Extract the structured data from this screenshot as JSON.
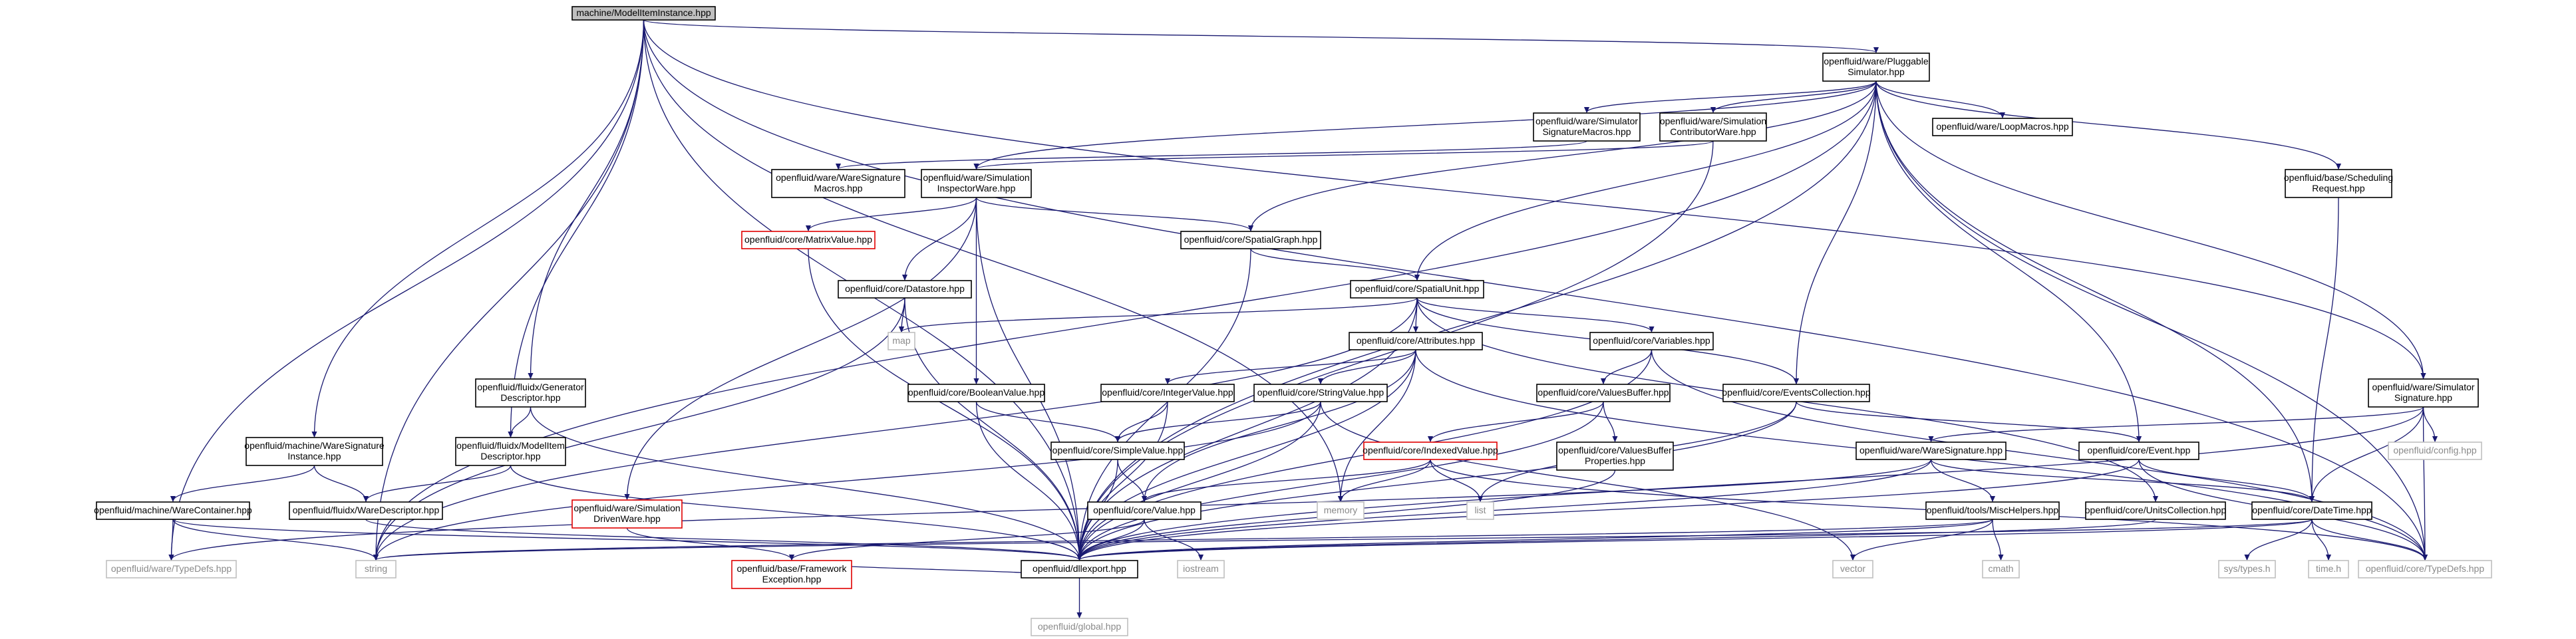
{
  "colors": {
    "edge": "#191970",
    "root_fill": "#bfbfbf",
    "broken_border": "#e00000",
    "external_border": "#bfbfbf",
    "external_text": "#8a8a8a",
    "normal_border": "#000000"
  },
  "nodes": [
    {
      "id": "root",
      "lines": [
        "machine/ModelItemInstance.hpp"
      ],
      "style": "root"
    },
    {
      "id": "pluggable",
      "lines": [
        "openfluid/ware/Pluggable",
        "Simulator.hpp"
      ],
      "style": "normal"
    },
    {
      "id": "simsigmacros",
      "lines": [
        "openfluid/ware/Simulator",
        "SignatureMacros.hpp"
      ],
      "style": "normal"
    },
    {
      "id": "contribware",
      "lines": [
        "openfluid/ware/Simulation",
        "ContributorWare.hpp"
      ],
      "style": "normal"
    },
    {
      "id": "loopmacros",
      "lines": [
        "openfluid/ware/LoopMacros.hpp"
      ],
      "style": "normal"
    },
    {
      "id": "wsigmacros",
      "lines": [
        "openfluid/ware/WareSignature",
        "Macros.hpp"
      ],
      "style": "normal"
    },
    {
      "id": "inspware",
      "lines": [
        "openfluid/ware/Simulation",
        "InspectorWare.hpp"
      ],
      "style": "normal"
    },
    {
      "id": "schedreq",
      "lines": [
        "openfluid/base/Scheduling",
        "Request.hpp"
      ],
      "style": "normal"
    },
    {
      "id": "matrixval",
      "lines": [
        "openfluid/core/MatrixValue.hpp"
      ],
      "style": "red"
    },
    {
      "id": "spatialgraph",
      "lines": [
        "openfluid/core/SpatialGraph.hpp"
      ],
      "style": "normal"
    },
    {
      "id": "datastore",
      "lines": [
        "openfluid/core/Datastore.hpp"
      ],
      "style": "normal"
    },
    {
      "id": "spatialunit",
      "lines": [
        "openfluid/core/SpatialUnit.hpp"
      ],
      "style": "normal"
    },
    {
      "id": "map",
      "lines": [
        "map"
      ],
      "style": "gray"
    },
    {
      "id": "attributes",
      "lines": [
        "openfluid/core/Attributes.hpp"
      ],
      "style": "normal"
    },
    {
      "id": "variables",
      "lines": [
        "openfluid/core/Variables.hpp"
      ],
      "style": "normal"
    },
    {
      "id": "simsig",
      "lines": [
        "openfluid/ware/Simulator",
        "Signature.hpp"
      ],
      "style": "normal"
    },
    {
      "id": "gendesc",
      "lines": [
        "openfluid/fluidx/Generator",
        "Descriptor.hpp"
      ],
      "style": "normal"
    },
    {
      "id": "boolval",
      "lines": [
        "openfluid/core/BooleanValue.hpp"
      ],
      "style": "normal"
    },
    {
      "id": "intval",
      "lines": [
        "openfluid/core/IntegerValue.hpp"
      ],
      "style": "normal"
    },
    {
      "id": "strval",
      "lines": [
        "openfluid/core/StringValue.hpp"
      ],
      "style": "normal"
    },
    {
      "id": "valbuf",
      "lines": [
        "openfluid/core/ValuesBuffer.hpp"
      ],
      "style": "normal"
    },
    {
      "id": "eventscoll",
      "lines": [
        "openfluid/core/EventsCollection.hpp"
      ],
      "style": "normal"
    },
    {
      "id": "config",
      "lines": [
        "openfluid/config.hpp"
      ],
      "style": "gray"
    },
    {
      "id": "wsiginst",
      "lines": [
        "openfluid/machine/WareSignature",
        "Instance.hpp"
      ],
      "style": "normal"
    },
    {
      "id": "modelitemdesc",
      "lines": [
        "openfluid/fluidx/ModelItem",
        "Descriptor.hpp"
      ],
      "style": "normal"
    },
    {
      "id": "simpleval",
      "lines": [
        "openfluid/core/SimpleValue.hpp"
      ],
      "style": "normal"
    },
    {
      "id": "indexedval",
      "lines": [
        "openfluid/core/IndexedValue.hpp"
      ],
      "style": "red"
    },
    {
      "id": "valbufprops",
      "lines": [
        "openfluid/core/ValuesBuffer",
        "Properties.hpp"
      ],
      "style": "normal"
    },
    {
      "id": "waresig",
      "lines": [
        "openfluid/ware/WareSignature.hpp"
      ],
      "style": "normal"
    },
    {
      "id": "event",
      "lines": [
        "openfluid/core/Event.hpp"
      ],
      "style": "normal"
    },
    {
      "id": "warecontainer",
      "lines": [
        "openfluid/machine/WareContainer.hpp"
      ],
      "style": "normal"
    },
    {
      "id": "waredesc",
      "lines": [
        "openfluid/fluidx/WareDescriptor.hpp"
      ],
      "style": "normal"
    },
    {
      "id": "simdrivenware",
      "lines": [
        "openfluid/ware/Simulation",
        "DrivenWare.hpp"
      ],
      "style": "red"
    },
    {
      "id": "value",
      "lines": [
        "openfluid/core/Value.hpp"
      ],
      "style": "normal"
    },
    {
      "id": "memory",
      "lines": [
        "memory"
      ],
      "style": "gray"
    },
    {
      "id": "list",
      "lines": [
        "list"
      ],
      "style": "gray"
    },
    {
      "id": "misctools",
      "lines": [
        "openfluid/tools/MiscHelpers.hpp"
      ],
      "style": "normal"
    },
    {
      "id": "unitscoll",
      "lines": [
        "openfluid/core/UnitsCollection.hpp"
      ],
      "style": "normal"
    },
    {
      "id": "datetime",
      "lines": [
        "openfluid/core/DateTime.hpp"
      ],
      "style": "normal"
    },
    {
      "id": "waretypedefs",
      "lines": [
        "openfluid/ware/TypeDefs.hpp"
      ],
      "style": "gray"
    },
    {
      "id": "string",
      "lines": [
        "string"
      ],
      "style": "gray"
    },
    {
      "id": "fwexception",
      "lines": [
        "openfluid/base/Framework",
        "Exception.hpp"
      ],
      "style": "red"
    },
    {
      "id": "dllexport",
      "lines": [
        "openfluid/dllexport.hpp"
      ],
      "style": "normal"
    },
    {
      "id": "iostream",
      "lines": [
        "iostream"
      ],
      "style": "gray"
    },
    {
      "id": "vector",
      "lines": [
        "vector"
      ],
      "style": "gray"
    },
    {
      "id": "cmath",
      "lines": [
        "cmath"
      ],
      "style": "gray"
    },
    {
      "id": "systypes",
      "lines": [
        "sys/types.h"
      ],
      "style": "gray"
    },
    {
      "id": "timeh",
      "lines": [
        "time.h"
      ],
      "style": "gray"
    },
    {
      "id": "coretypedefs",
      "lines": [
        "openfluid/core/TypeDefs.hpp"
      ],
      "style": "gray"
    },
    {
      "id": "global",
      "lines": [
        "openfluid/global.hpp"
      ],
      "style": "gray"
    }
  ],
  "edges": [
    [
      "root",
      "pluggable"
    ],
    [
      "root",
      "wsiginst"
    ],
    [
      "root",
      "modelitemdesc"
    ],
    [
      "root",
      "gendesc"
    ],
    [
      "root",
      "dllexport"
    ],
    [
      "root",
      "string"
    ],
    [
      "root",
      "simsig"
    ],
    [
      "root",
      "waretypedefs"
    ],
    [
      "root",
      "coretypedefs"
    ],
    [
      "root",
      "memory"
    ],
    [
      "pluggable",
      "simsigmacros"
    ],
    [
      "pluggable",
      "contribware"
    ],
    [
      "pluggable",
      "loopmacros"
    ],
    [
      "pluggable",
      "schedreq"
    ],
    [
      "pluggable",
      "simsig"
    ],
    [
      "pluggable",
      "inspware"
    ],
    [
      "pluggable",
      "spatialgraph"
    ],
    [
      "pluggable",
      "spatialunit"
    ],
    [
      "pluggable",
      "eventscoll"
    ],
    [
      "pluggable",
      "event"
    ],
    [
      "pluggable",
      "datetime"
    ],
    [
      "pluggable",
      "coretypedefs"
    ],
    [
      "pluggable",
      "dllexport"
    ],
    [
      "pluggable",
      "string"
    ],
    [
      "simsigmacros",
      "wsigmacros"
    ],
    [
      "contribware",
      "inspware"
    ],
    [
      "contribware",
      "dllexport"
    ],
    [
      "inspware",
      "matrixval"
    ],
    [
      "inspware",
      "spatialgraph"
    ],
    [
      "inspware",
      "datastore"
    ],
    [
      "inspware",
      "boolval"
    ],
    [
      "inspware",
      "simdrivenware"
    ],
    [
      "inspware",
      "dllexport"
    ],
    [
      "schedreq",
      "datetime"
    ],
    [
      "matrixval",
      "dllexport"
    ],
    [
      "spatialgraph",
      "spatialunit"
    ],
    [
      "spatialgraph",
      "dllexport"
    ],
    [
      "datastore",
      "map"
    ],
    [
      "datastore",
      "dllexport"
    ],
    [
      "datastore",
      "string"
    ],
    [
      "spatialunit",
      "map"
    ],
    [
      "spatialunit",
      "attributes"
    ],
    [
      "spatialunit",
      "variables"
    ],
    [
      "spatialunit",
      "eventscoll"
    ],
    [
      "spatialunit",
      "unitscoll"
    ],
    [
      "spatialunit",
      "dllexport"
    ],
    [
      "spatialunit",
      "string"
    ],
    [
      "attributes",
      "intval"
    ],
    [
      "attributes",
      "strval"
    ],
    [
      "attributes",
      "value"
    ],
    [
      "attributes",
      "memory"
    ],
    [
      "attributes",
      "coretypedefs"
    ],
    [
      "attributes",
      "dllexport"
    ],
    [
      "variables",
      "valbuf"
    ],
    [
      "variables",
      "coretypedefs"
    ],
    [
      "variables",
      "dllexport"
    ],
    [
      "simsig",
      "waresig"
    ],
    [
      "simsig",
      "config"
    ],
    [
      "simsig",
      "datetime"
    ],
    [
      "simsig",
      "coretypedefs"
    ],
    [
      "simsig",
      "dllexport"
    ],
    [
      "gendesc",
      "modelitemdesc"
    ],
    [
      "gendesc",
      "dllexport"
    ],
    [
      "boolval",
      "simpleval"
    ],
    [
      "boolval",
      "dllexport"
    ],
    [
      "intval",
      "simpleval"
    ],
    [
      "intval",
      "dllexport"
    ],
    [
      "strval",
      "simpleval"
    ],
    [
      "strval",
      "vector"
    ],
    [
      "strval",
      "string"
    ],
    [
      "strval",
      "dllexport"
    ],
    [
      "valbuf",
      "indexedval"
    ],
    [
      "valbuf",
      "valbufprops"
    ],
    [
      "valbuf",
      "dllexport"
    ],
    [
      "eventscoll",
      "event"
    ],
    [
      "eventscoll",
      "list"
    ],
    [
      "eventscoll",
      "dllexport"
    ],
    [
      "wsiginst",
      "waredesc"
    ],
    [
      "wsiginst",
      "warecontainer"
    ],
    [
      "modelitemdesc",
      "waredesc"
    ],
    [
      "modelitemdesc",
      "dllexport"
    ],
    [
      "simpleval",
      "value"
    ],
    [
      "simpleval",
      "dllexport"
    ],
    [
      "indexedval",
      "value"
    ],
    [
      "indexedval",
      "list"
    ],
    [
      "indexedval",
      "memory"
    ],
    [
      "indexedval",
      "coretypedefs"
    ],
    [
      "valbufprops",
      "dllexport"
    ],
    [
      "waresig",
      "misctools"
    ],
    [
      "waresig",
      "datetime"
    ],
    [
      "waresig",
      "waretypedefs"
    ],
    [
      "waresig",
      "dllexport"
    ],
    [
      "event",
      "datetime"
    ],
    [
      "event",
      "coretypedefs"
    ],
    [
      "event",
      "dllexport"
    ],
    [
      "warecontainer",
      "waretypedefs"
    ],
    [
      "warecontainer",
      "string"
    ],
    [
      "warecontainer",
      "dllexport"
    ],
    [
      "waredesc",
      "dllexport"
    ],
    [
      "simdrivenware",
      "fwexception"
    ],
    [
      "value",
      "iostream"
    ],
    [
      "value",
      "fwexception"
    ],
    [
      "value",
      "dllexport"
    ],
    [
      "misctools",
      "vector"
    ],
    [
      "misctools",
      "cmath"
    ],
    [
      "misctools",
      "string"
    ],
    [
      "misctools",
      "dllexport"
    ],
    [
      "unitscoll",
      "dllexport"
    ],
    [
      "datetime",
      "systypes"
    ],
    [
      "datetime",
      "timeh"
    ],
    [
      "datetime",
      "coretypedefs"
    ],
    [
      "datetime",
      "string"
    ],
    [
      "datetime",
      "dllexport"
    ],
    [
      "fwexception",
      "dllexport"
    ],
    [
      "dllexport",
      "global"
    ]
  ]
}
